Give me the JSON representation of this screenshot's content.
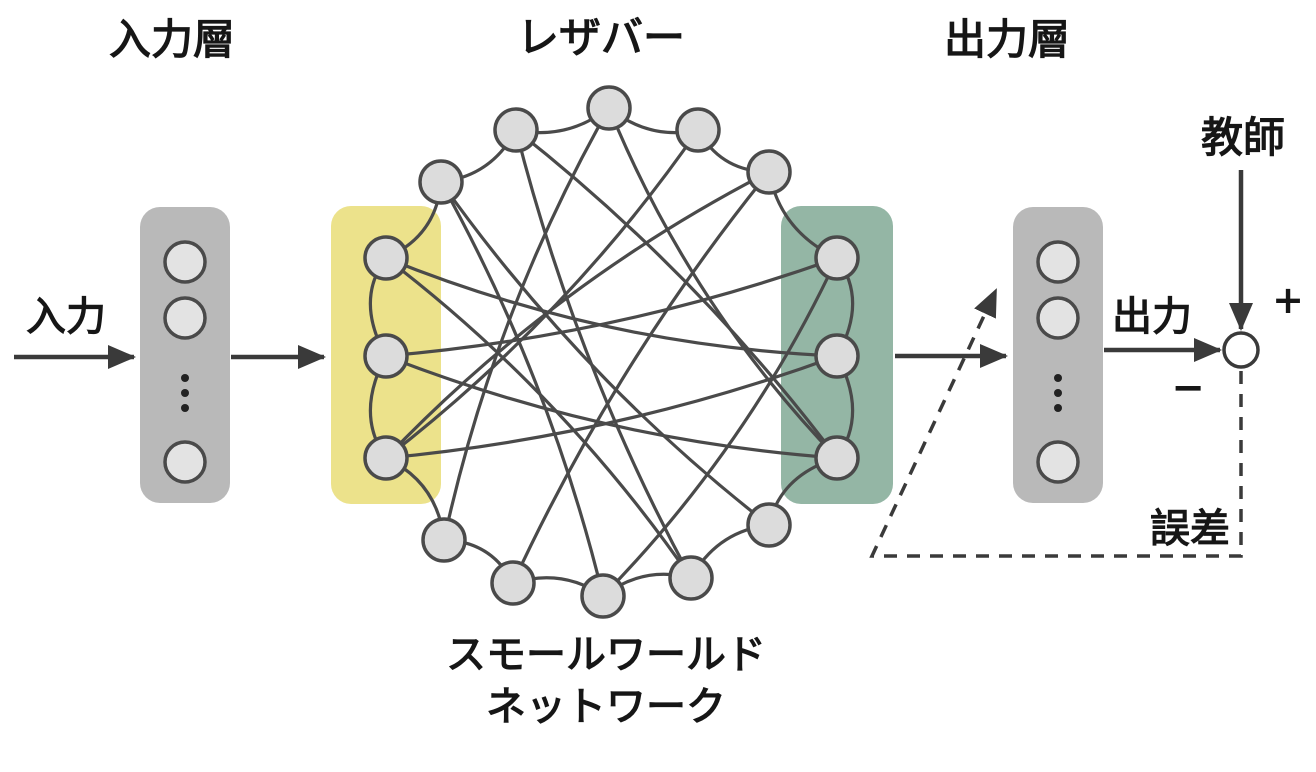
{
  "diagram": {
    "titles": {
      "input_layer": "入力層",
      "reservoir": "レザバー",
      "output_layer": "出力層"
    },
    "labels": {
      "input": "入力",
      "output": "出力",
      "teacher": "教師",
      "error": "誤差",
      "plus": "+",
      "minus": "−",
      "smallworld_line1": "スモールワールド",
      "smallworld_line2": "ネットワーク"
    },
    "colors": {
      "layer_box": "#b9b9b9",
      "reservoir_input_highlight": "#ece28b",
      "reservoir_output_highlight": "#94b6a5",
      "node_fill": "#dcdcdc",
      "line_stroke": "#4a4a4a"
    }
  }
}
